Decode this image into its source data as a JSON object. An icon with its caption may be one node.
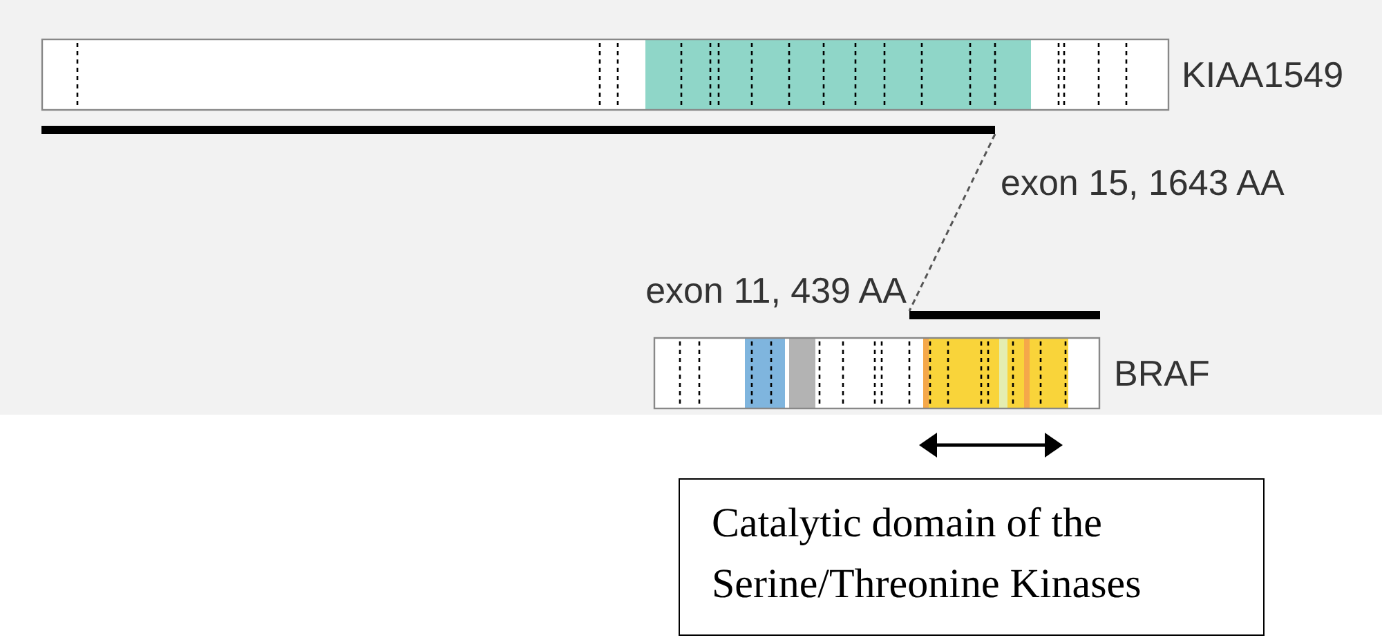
{
  "diagram": {
    "nodes": [
      {
        "text": [],
        "shape": "bar",
        "beside": [
          "KIAA1549"
        ]
      },
      {
        "text": [],
        "shape": "bar",
        "beside": [
          "exon 15, 1643 AA"
        ]
      },
      {
        "text": [],
        "shape": "bar",
        "beside": [
          "BRAF"
        ]
      },
      {
        "text": [],
        "shape": "bar",
        "beside": [
          "exon 11, 439 AA"
        ]
      },
      {
        "text": [
          "Catalytic domain of the Serine/Threonine Kinases"
        ]
      }
    ],
    "edges": [
      {
        "from": 1,
        "to": 3,
        "arrow": "none",
        "style": "dashed"
      }
    ]
  }
}
